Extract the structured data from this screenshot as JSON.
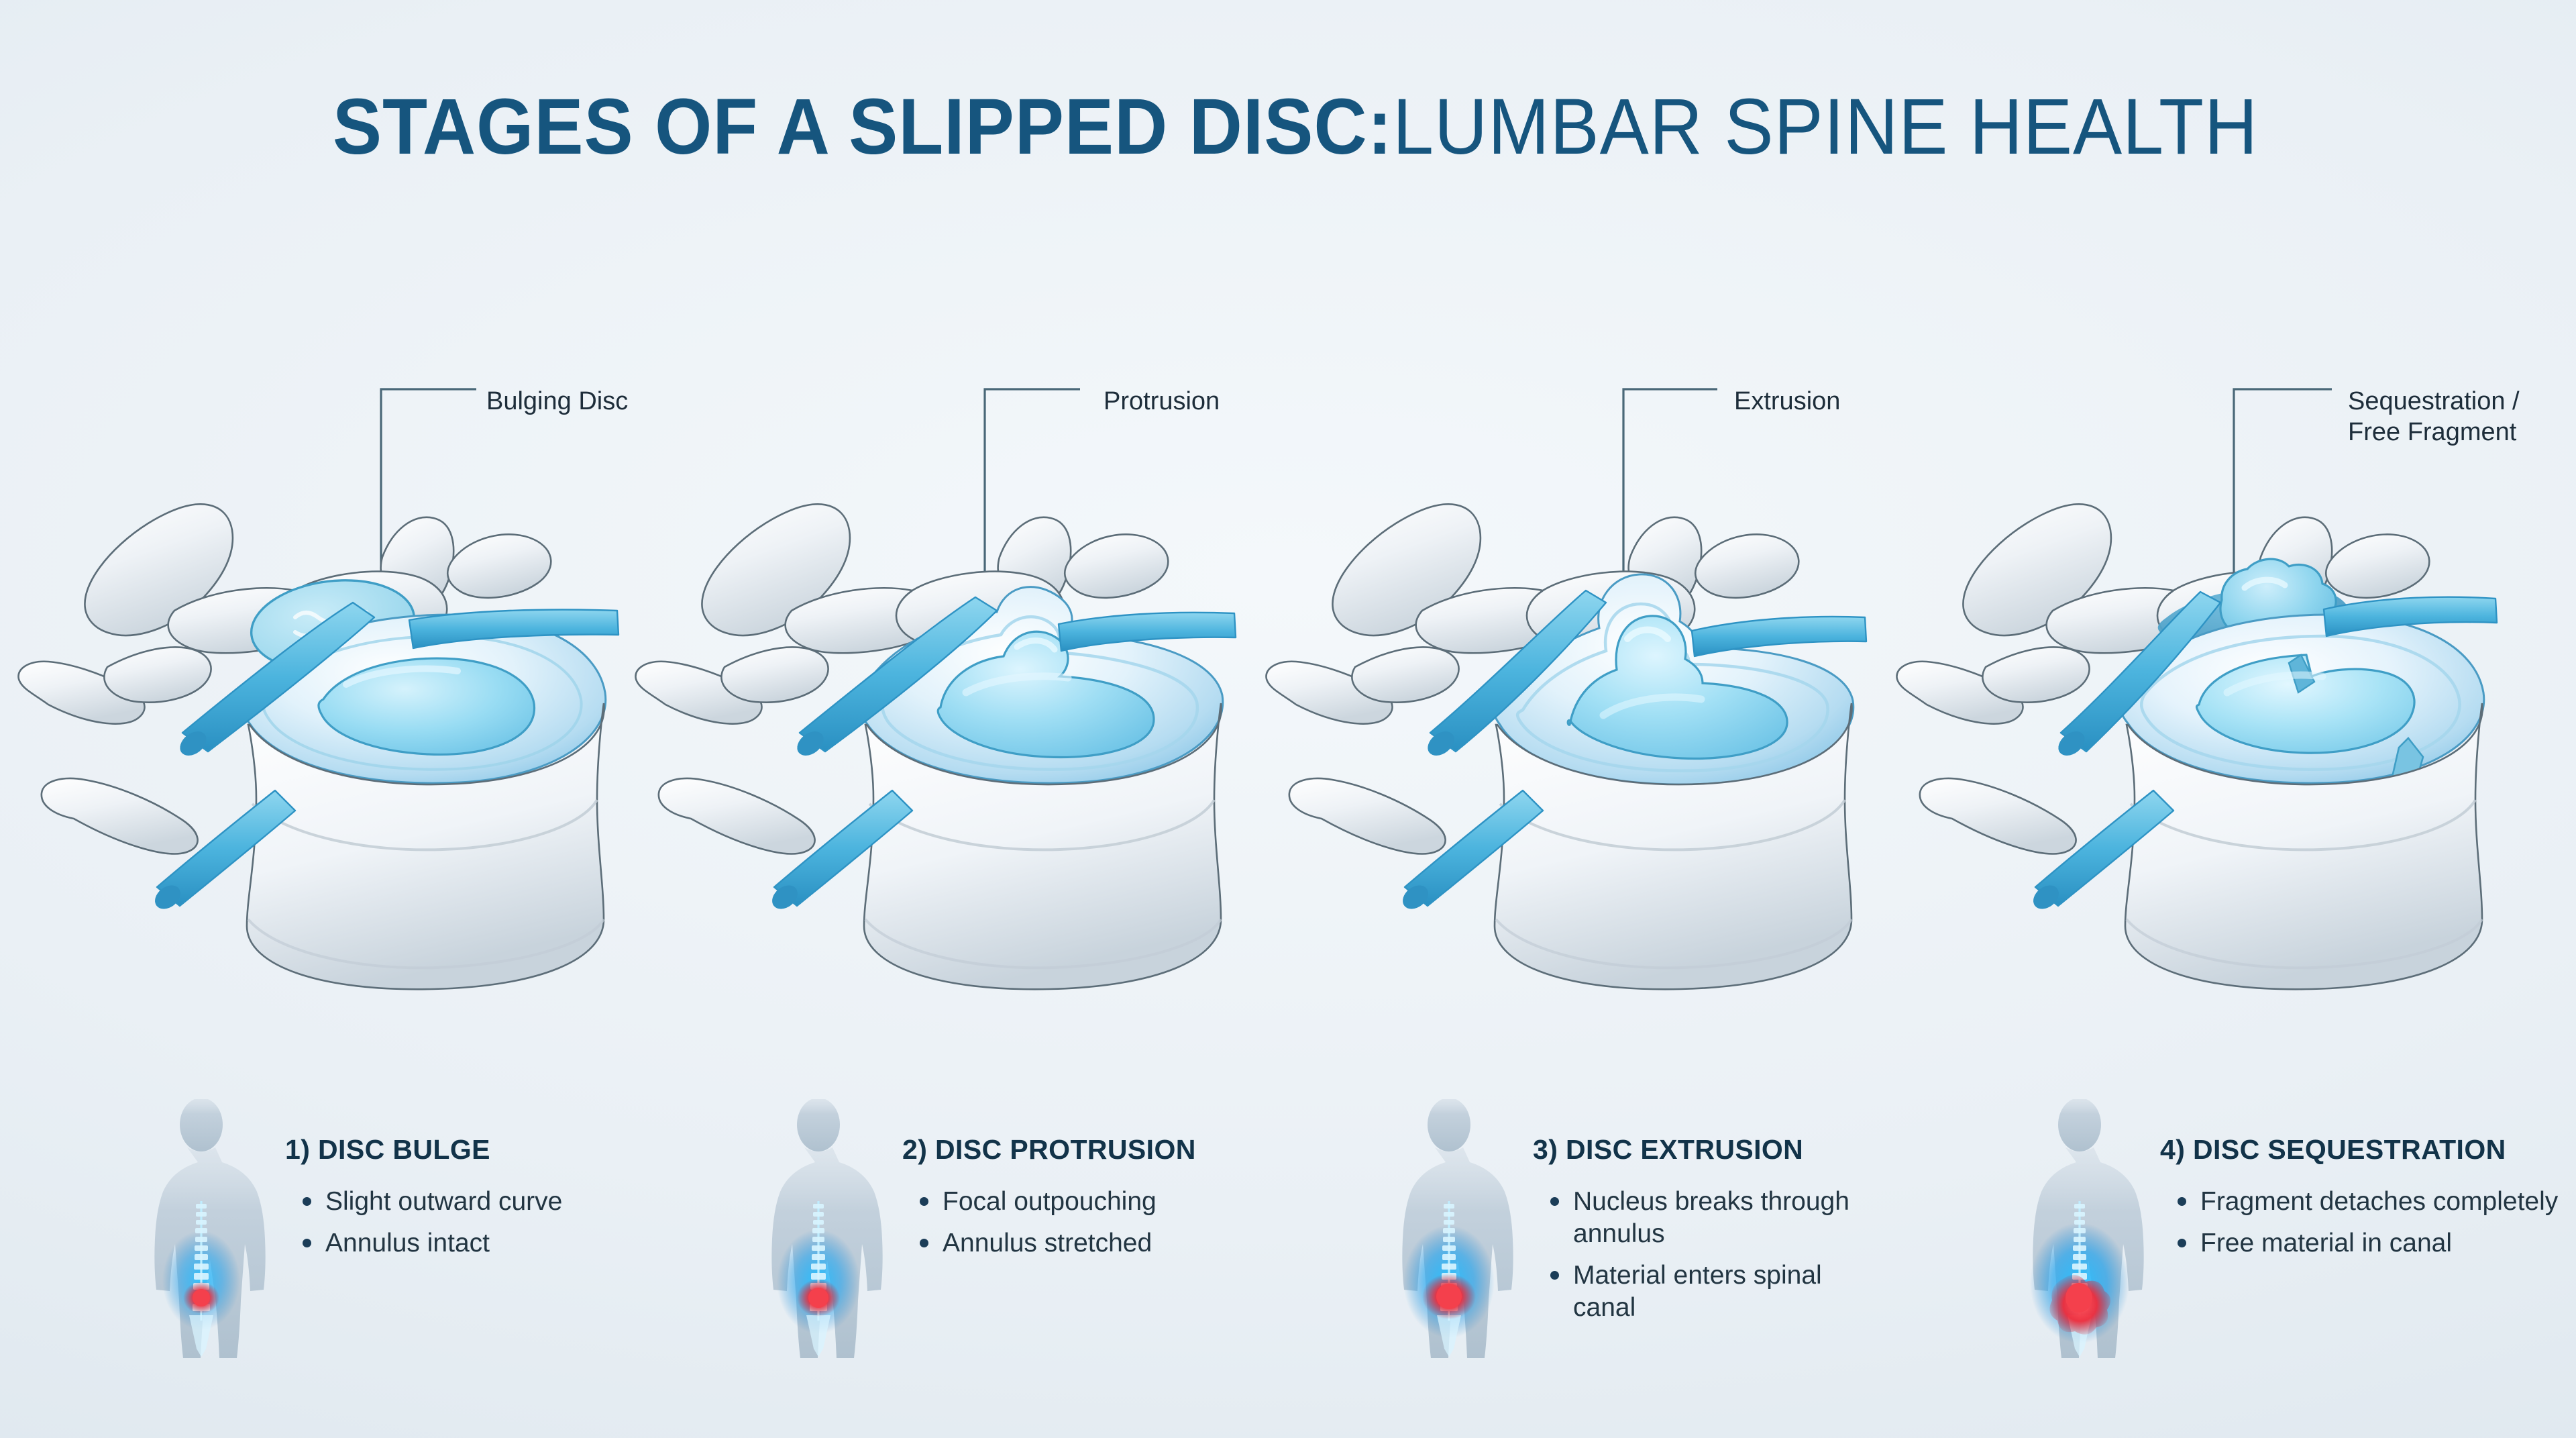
{
  "title": {
    "part1": "STAGES OF A SLIPPED DISC:",
    "part2": " LUMBAR SPINE HEALTH",
    "color": "#16557e"
  },
  "theme": {
    "background": "#e9eff5",
    "bone": "#eef2f6",
    "disc_outer": "#cfe6f5",
    "nucleus": "#8fd8f2",
    "nerve": "#49b5e0",
    "accent_blue": "#16557e",
    "pain_red": "#f0303c",
    "glow_cyan": "#12a8f0",
    "text_dark": "#223542",
    "leader_line": "#4a6878"
  },
  "panels": [
    {
      "id": "disc-bulge",
      "callout": {
        "line1": "Bulging Disc",
        "line2": ""
      },
      "stage_title": "1) DISC BULGE",
      "bullets": [
        "Slight outward curve",
        "Annulus intact"
      ]
    },
    {
      "id": "disc-protrusion",
      "callout": {
        "line1": "Protrusion",
        "line2": ""
      },
      "stage_title": "2) DISC PROTRUSION",
      "bullets": [
        "Focal outpouching",
        "Annulus stretched"
      ]
    },
    {
      "id": "disc-extrusion",
      "callout": {
        "line1": "Extrusion",
        "line2": ""
      },
      "stage_title": "3) DISC EXTRUSION",
      "bullets": [
        "Nucleus breaks through annulus",
        "Material enters spinal canal"
      ]
    },
    {
      "id": "disc-sequestration",
      "callout": {
        "line1": "Sequestration /",
        "line2": "Free Fragment"
      },
      "stage_title": "4) DISC SEQUESTRATION",
      "bullets": [
        "Fragment detaches completely",
        "Free material in canal"
      ]
    }
  ]
}
